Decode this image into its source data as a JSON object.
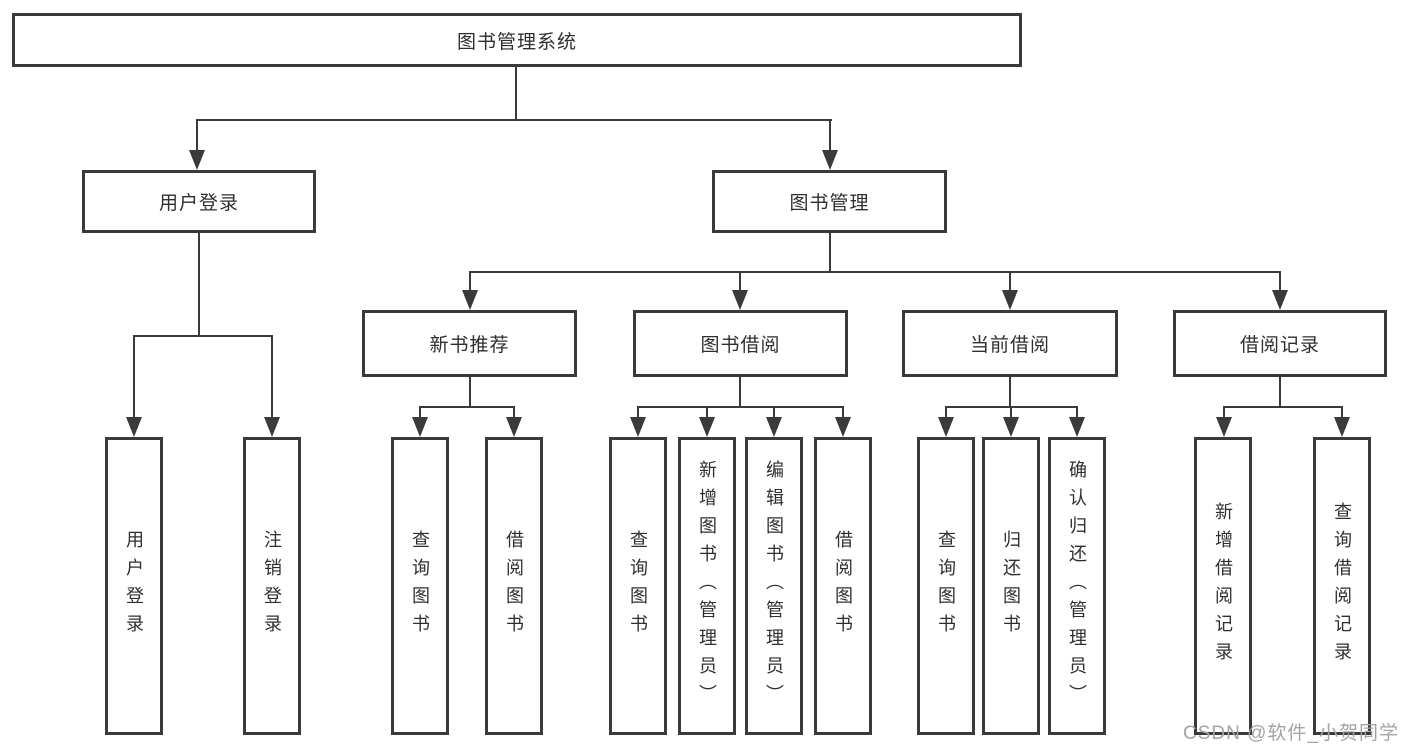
{
  "diagram": {
    "root": {
      "label": "图书管理系统"
    },
    "user_login": {
      "label": "用户登录",
      "children": [
        {
          "label": "用户登录"
        },
        {
          "label": "注销登录"
        }
      ]
    },
    "book_management": {
      "label": "图书管理",
      "children": [
        {
          "label": "新书推荐",
          "children": [
            {
              "label": "查询图书"
            },
            {
              "label": "借阅图书"
            }
          ]
        },
        {
          "label": "图书借阅",
          "children": [
            {
              "label": "查询图书"
            },
            {
              "label": "新增图书（管理员）"
            },
            {
              "label": "编辑图书（管理员）"
            },
            {
              "label": "借阅图书"
            }
          ]
        },
        {
          "label": "当前借阅",
          "children": [
            {
              "label": "查询图书"
            },
            {
              "label": "归还图书"
            },
            {
              "label": "确认归还（管理员）"
            }
          ]
        },
        {
          "label": "借阅记录",
          "children": [
            {
              "label": "新增借阅记录"
            },
            {
              "label": "查询借阅记录"
            }
          ]
        }
      ]
    }
  },
  "watermark": {
    "text": "CSDN @软件_小贺同学"
  },
  "colors": {
    "line": "#3a3a3a",
    "text": "#2f2f2f",
    "watermark": "#a3a3a3",
    "background": "#ffffff"
  }
}
